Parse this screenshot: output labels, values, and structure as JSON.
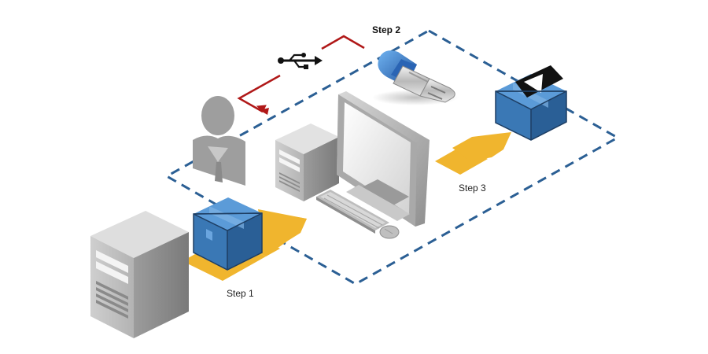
{
  "steps": {
    "step1": "Step 1",
    "step2": "Step 2",
    "step3": "Step 3"
  },
  "icons": [
    "server-tower-icon",
    "package-box-icon",
    "person-silhouette-icon",
    "usb-symbol-icon",
    "usb-flash-drive-icon",
    "desktop-computer-icon",
    "keyboard-icon",
    "mouse-icon",
    "package-box-with-label-icon"
  ],
  "colors": {
    "boundary_dash": "#2b5f94",
    "arrow_fill": "#f0b52e",
    "usb_path": "#b01818",
    "box_blue": "#3a78b5",
    "device_gray": "#9a9a9a"
  }
}
